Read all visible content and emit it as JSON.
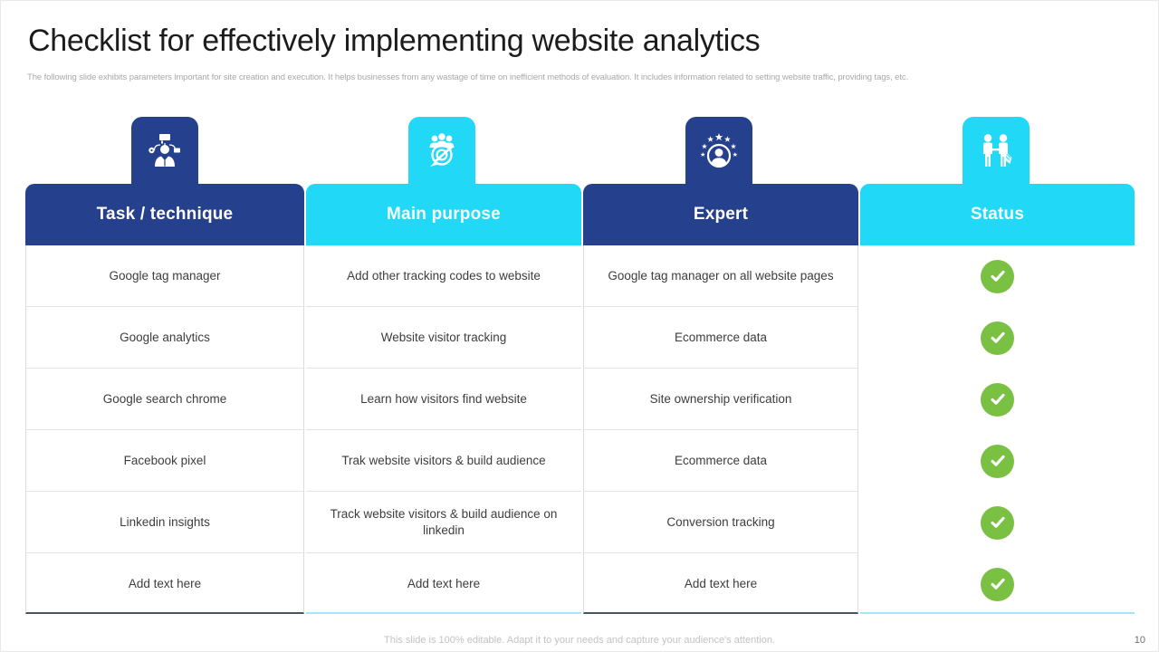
{
  "slide": {
    "title": "Checklist for effectively implementing website analytics",
    "subtitle": "The following slide exhibits parameters important for site creation and execution. It helps businesses from any wastage of time on inefficient methods of evaluation. It includes information related to setting website traffic, providing tags, etc.",
    "footer_note": "This slide is 100% editable. Adapt it to your needs and capture your audience's attention.",
    "page_number": "10"
  },
  "colors": {
    "navy": "#25408C",
    "cyan": "#22D8F7",
    "status_green": "#7AC143",
    "title_text": "#1C1C1C",
    "body_text": "#3D3D3D",
    "muted_text": "#A8A8A8"
  },
  "table": {
    "columns": [
      {
        "label": "Task / technique",
        "theme": "navy",
        "icon": "user-network-icon"
      },
      {
        "label": "Main purpose",
        "theme": "cyan",
        "icon": "team-target-icon"
      },
      {
        "label": "Expert",
        "theme": "navy",
        "icon": "star-rated-user-icon"
      },
      {
        "label": "Status",
        "theme": "cyan",
        "icon": "people-handshake-icon"
      }
    ],
    "rows": [
      {
        "task": "Google tag manager",
        "purpose": "Add other tracking codes to website",
        "expert": "Google tag manager on all website pages",
        "status": "checked"
      },
      {
        "task": "Google analytics",
        "purpose": "Website visitor tracking",
        "expert": "Ecommerce data",
        "status": "checked"
      },
      {
        "task": "Google search chrome",
        "purpose": "Learn how visitors find website",
        "expert": "Site ownership verification",
        "status": "checked"
      },
      {
        "task": "Facebook pixel",
        "purpose": "Trak website visitors & build audience",
        "expert": "Ecommerce data",
        "status": "checked"
      },
      {
        "task": "Linkedin insights",
        "purpose": "Track website visitors & build audience on linkedin",
        "expert": "Conversion tracking",
        "status": "checked"
      },
      {
        "task": "Add text here",
        "purpose": "Add text here",
        "expert": "Add text here",
        "status": "checked"
      }
    ]
  }
}
